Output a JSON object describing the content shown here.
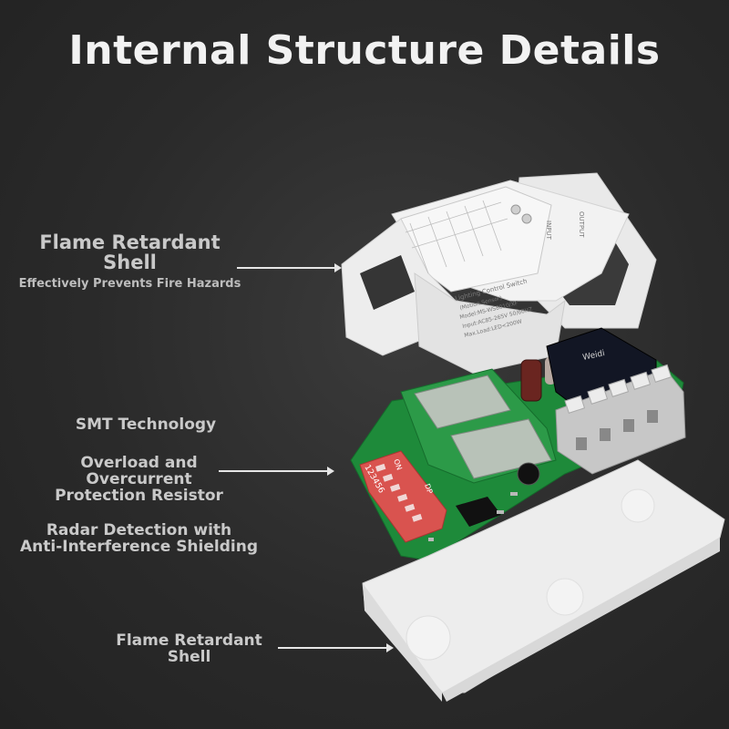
{
  "title": "Internal Structure Details",
  "labels": {
    "top_shell": {
      "title": "Flame Retardant\nShell",
      "subtitle": "Effectively Prevents Fire Hazards"
    },
    "smt": "SMT Technology",
    "overload": "Overload and\nOvercurrent\nProtection Resistor",
    "radar": "Radar Detection with\nAnti-Interference Shielding",
    "bottom_shell": "Flame Retardant\nShell"
  },
  "device_text": {
    "label_line1": "Lighting Control Switch",
    "label_line2": "(Motion Sensor)",
    "label_line3": "Model:MS-WS8010/XF",
    "label_line4": "Input:AC85-265V  50/60HZ",
    "label_line5": "Max.Load:LED<200W",
    "input_text": "INPUT",
    "output_text": "OUTPUT",
    "dip_on": "ON",
    "dip_dp": "DP",
    "dip_numbers": "123456",
    "relay_text": "Weidi"
  },
  "colors": {
    "background": "#2b2b2b",
    "title": "#f2f2f2",
    "label": "#c9c9c9",
    "pcb": "#1e8a3a",
    "dip": "#d9534f",
    "shell": "#ececec"
  }
}
